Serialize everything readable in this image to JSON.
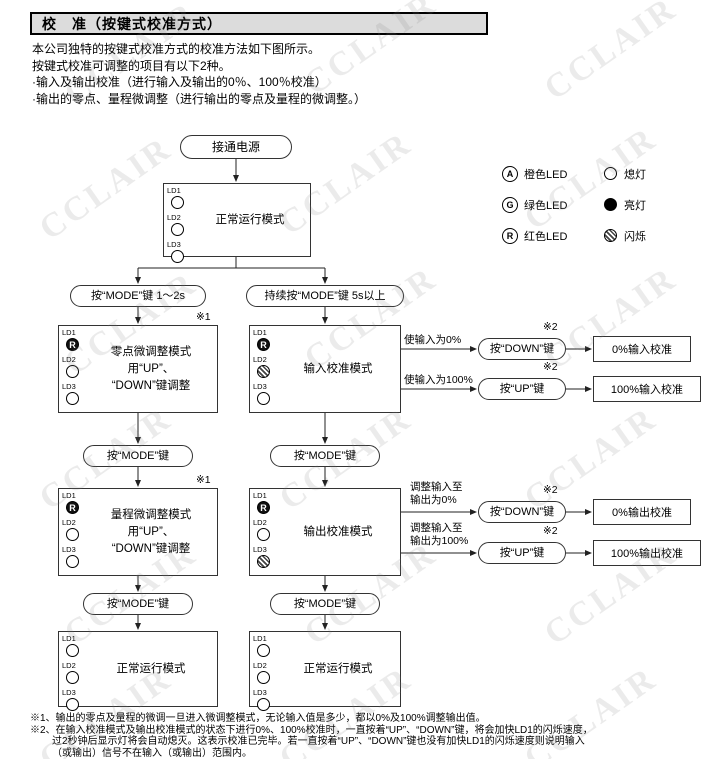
{
  "title": "校　准（按键式校准方式）",
  "intro": {
    "line1": "本公司独特的按键式校准方式的校准方法如下图所示。",
    "line2": "按键式校准可调整的项目有以下2种。",
    "line3": "·输入及输出校准（进行输入及输出的0％、100％校准）",
    "line4": "·输出的零点、量程微调整（进行输出的零点及量程的微调整。）"
  },
  "legend": {
    "led_types": [
      {
        "symbol": "A",
        "label": "橙色LED"
      },
      {
        "symbol": "G",
        "label": "绿色LED"
      },
      {
        "symbol": "R",
        "label": "红色LED"
      }
    ],
    "led_states": [
      {
        "state": "off",
        "label": "熄灯"
      },
      {
        "state": "on",
        "label": "亮灯"
      },
      {
        "state": "blink",
        "label": "闪烁"
      }
    ]
  },
  "flow": {
    "power_label": "接通电源",
    "led_labels": [
      "LD1",
      "LD2",
      "LD3"
    ],
    "press_mode_short": "按“MODE”键 1～2s",
    "press_mode_long": "持续按“MODE”键 5s以上",
    "press_mode": "按“MODE”键",
    "press_down": "按“DOWN”键",
    "press_up": "按“UP”键",
    "ref1": "※1",
    "ref2": "※2",
    "boxes": {
      "normal_top": {
        "title": "正常运行模式",
        "leds": [
          {
            "state": "off"
          },
          {
            "state": "off"
          },
          {
            "state": "off"
          }
        ]
      },
      "zero": {
        "title": "零点微调整模式",
        "line2": "用“UP”、",
        "line3": "“DOWN”键调整",
        "leds": [
          {
            "state": "on-red",
            "letter": "R"
          },
          {
            "state": "off"
          },
          {
            "state": "off"
          }
        ]
      },
      "span": {
        "title": "量程微调整模式",
        "line2": "用“UP”、",
        "line3": "“DOWN”键调整",
        "leds": [
          {
            "state": "on-red",
            "letter": "R"
          },
          {
            "state": "off"
          },
          {
            "state": "off"
          }
        ]
      },
      "input_cal": {
        "title": "输入校准模式",
        "leds": [
          {
            "state": "on-red",
            "letter": "R"
          },
          {
            "state": "blink"
          },
          {
            "state": "off"
          }
        ]
      },
      "output_cal": {
        "title": "输出校准模式",
        "leds": [
          {
            "state": "on-red",
            "letter": "R"
          },
          {
            "state": "off"
          },
          {
            "state": "blink"
          }
        ]
      },
      "normal_left": {
        "title": "正常运行模式",
        "leds": [
          {
            "state": "off"
          },
          {
            "state": "off"
          },
          {
            "state": "off"
          }
        ]
      },
      "normal_right": {
        "title": "正常运行模式",
        "leds": [
          {
            "state": "off"
          },
          {
            "state": "off"
          },
          {
            "state": "off"
          }
        ]
      }
    },
    "branch_labels": {
      "input_0": "使输入为0%",
      "input_100": "使输入为100%",
      "output_0_l1": "调整输入至",
      "output_0_l2": "输出为0%",
      "output_100_l1": "调整输入至",
      "output_100_l2": "输出为100%"
    },
    "results": {
      "input_0": "0%输入校准",
      "input_100": "100%输入校准",
      "output_0": "0%输出校准",
      "output_100": "100%输出校准"
    }
  },
  "notes": {
    "line1": "※1、输出的零点及量程的微调一旦进入微调整模式，无论输入值是多少，都以0%及100%调整输出值。",
    "line2": "※2、在输入校准模式及输出校准模式的状态下进行0%、100%校准时，一直按着“UP”、“DOWN”键，将会加快LD1的闪烁速度，",
    "line3": "过2秒钟后显示灯将会自动熄灭。这表示校准已完毕。若一直按着“UP”、“DOWN”键也没有加快LD1的闪烁速度则说明输入",
    "line4": "（或输出）信号不在输入（或输出）范围内。"
  },
  "watermark": "CCLAIR"
}
